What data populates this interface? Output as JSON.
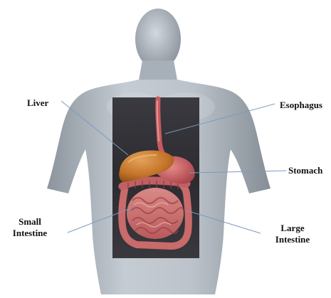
{
  "labels": {
    "liver": "Liver",
    "esophagus": "Esophagus",
    "stomach": "Stomach",
    "small_intestine_line1": "Small",
    "small_intestine_line2": "Intestine",
    "large_intestine_line1": "Large",
    "large_intestine_line2": "Intestine"
  },
  "colors": {
    "body": "#a9b1ba",
    "panel": "#2e2e33",
    "leader_line": "#7a9bc0",
    "liver": "#c8782e",
    "organ": "#c46060"
  }
}
